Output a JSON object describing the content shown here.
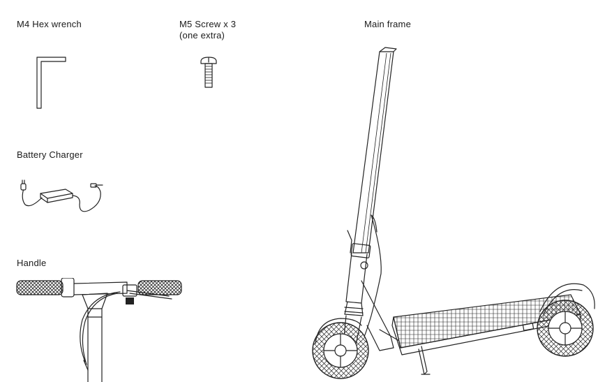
{
  "parts": {
    "hex_wrench": {
      "label": "M4 Hex wrench"
    },
    "screw": {
      "label_line1": "M5 Screw x 3",
      "label_line2": "(one extra)"
    },
    "frame": {
      "label": "Main frame"
    },
    "charger": {
      "label": "Battery Charger"
    },
    "handle": {
      "label": "Handle"
    }
  },
  "icons": {
    "hex_wrench": "hex-wrench-icon",
    "screw": "screw-icon",
    "charger": "battery-charger-icon",
    "handle": "handlebar-icon",
    "frame": "scooter-frame-icon"
  },
  "colors": {
    "line": "#222222",
    "background": "#ffffff"
  }
}
